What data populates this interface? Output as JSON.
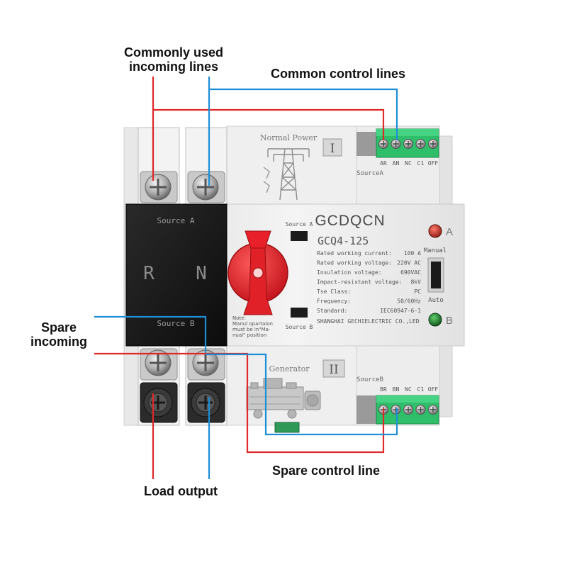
{
  "callouts": {
    "commonly_used_1": "Commonly used",
    "commonly_used_2": "incoming lines",
    "common_control": "Common control lines",
    "spare_incoming_1": "Spare",
    "spare_incoming_2": "incoming",
    "spare_control": "Spare control line",
    "load_output": "Load output"
  },
  "device": {
    "brand": "GCDQCN",
    "model": "GCQ4-125",
    "normal_power": "Normal Power",
    "roman_1": "I",
    "roman_2": "II",
    "generator": "Generator",
    "source_a_terminal": "Source A",
    "source_b_terminal": "Source B",
    "phase_r": "R",
    "phase_n": "N",
    "switch_source_a": "Source A",
    "switch_source_b": "Source B",
    "source_a_header": "SourceA",
    "source_b_header": "SourceB",
    "terminals_top": [
      "AR",
      "AN",
      "NC",
      "C1",
      "OFF"
    ],
    "terminals_bottom": [
      "BR",
      "BN",
      "NC",
      "C1",
      "OFF"
    ],
    "indicator_a": "A",
    "indicator_b": "B",
    "manual_label": "Manual",
    "auto_label": "Auto",
    "manufacturer": "SHANGHAI GECHIELECTRIC CO.,LED",
    "note": [
      "Note:",
      "Manul opartaion",
      "must be in\"Ma-",
      "nual\" position"
    ],
    "specs": [
      {
        "label": "Rated working current:",
        "value": "100  A"
      },
      {
        "label": "Rated working voltage:",
        "value": "220V AC"
      },
      {
        "label": "Insulation voltage:",
        "value": "690VAC"
      },
      {
        "label": "Impact-resistant voltage:",
        "value": "8kV"
      },
      {
        "label": "Tse Class:",
        "value": "PC"
      },
      {
        "label": "Frequency:",
        "value": "50/60Hz"
      },
      {
        "label": "Standard:",
        "value": "IEC60947-6-1"
      }
    ]
  },
  "colors": {
    "red_wire": "#e02828",
    "blue_wire": "#1e8fd6",
    "terminal_green": "#2fbf6a",
    "knob_red": "#e8202a",
    "indicator_red": "#c8281e",
    "indicator_green": "#1f7a2e",
    "body_gray": "#efefef",
    "black_cover": "#1a1a1a"
  },
  "icons": [
    "pylon-icon",
    "generator-icon",
    "screw-icon",
    "selector-knob-icon",
    "indicator-lamp-icon",
    "manual-auto-slider-icon"
  ]
}
